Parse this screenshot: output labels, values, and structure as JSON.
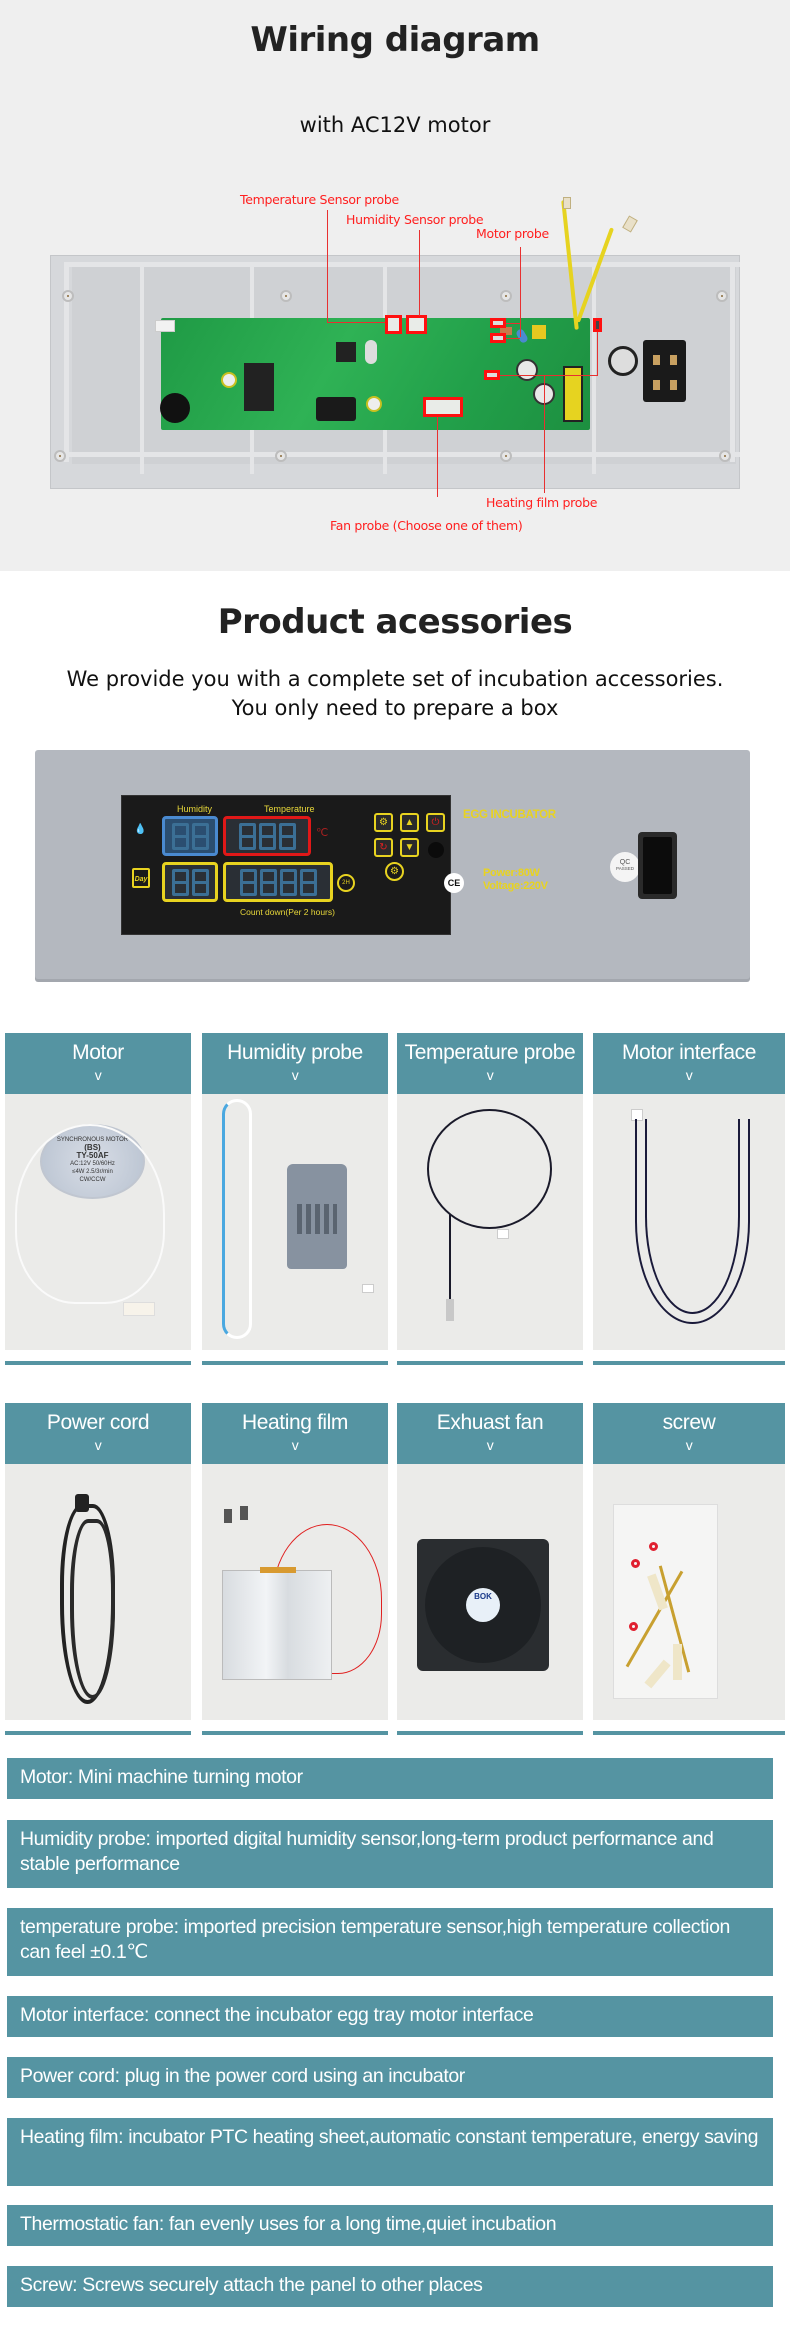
{
  "wiring": {
    "title": "Wiring diagram",
    "subtitle": "with AC12V motor",
    "labels": {
      "temperature_sensor": "Temperature Sensor probe",
      "humidity_sensor": "Humidity Sensor probe",
      "motor": "Motor probe",
      "heating_film": "Heating film probe",
      "fan": "Fan probe (Choose one of them)"
    }
  },
  "accessories": {
    "title": "Product acessories",
    "subtitle_line1": "We provide you with a complete set of incubation accessories.",
    "subtitle_line2": "You only need to prepare a box"
  },
  "panel": {
    "humidity_label": "Humidity",
    "temperature_label": "Temperature",
    "day_label": "Day",
    "countdown_label": "Count down(Per 2 hours)",
    "brand": "EGG INCUBATOR",
    "power": "Power:80W",
    "voltage": "Voltage:220V",
    "ce_mark": "CE",
    "qc_top": "QC",
    "qc_bottom": "PASSED",
    "timer_badge": "2H"
  },
  "cards": [
    {
      "label": "Motor",
      "arrow": "v"
    },
    {
      "label": "Humidity probe",
      "arrow": "v"
    },
    {
      "label": "Temperature probe",
      "arrow": "v"
    },
    {
      "label": "Motor interface",
      "arrow": "v"
    },
    {
      "label": "Power cord",
      "arrow": "v"
    },
    {
      "label": "Heating film",
      "arrow": "v"
    },
    {
      "label": "Exhuast fan",
      "arrow": "v"
    },
    {
      "label": "screw",
      "arrow": "v"
    }
  ],
  "motor_photo": {
    "line1": "SYNCHRONOUS MOTOR",
    "line2": "(BS)",
    "line3": "TY-50AF",
    "line4": "AC:12V  50/60Hz",
    "line5": "≤4W  2.5/3r/min",
    "line6": "CW/CCW"
  },
  "fan_photo": {
    "brand": "BOK"
  },
  "descriptions": [
    "Motor:  Mini machine turning motor",
    "Humidity probe:  imported digital humidity sensor,long-term product performance and stable performance",
    "temperature probe:  imported precision temperature sensor,high temperature collection can feel ±0.1℃",
    "Motor interface:  connect the incubator egg tray motor interface",
    "Power cord:  plug in the power cord using an incubator",
    "Heating film:  incubator PTC heating sheet,automatic constant temperature, energy saving",
    "Thermostatic fan:  fan evenly uses for a long time,quiet incubation",
    "Screw:  Screws securely attach the panel to other places"
  ],
  "colors": {
    "teal": "#5594a2",
    "label_red": "#ff2020",
    "pcb_green": "#2fb255",
    "panel_gray": "#b4b8bf",
    "lcd_yellow": "#e8d320"
  }
}
